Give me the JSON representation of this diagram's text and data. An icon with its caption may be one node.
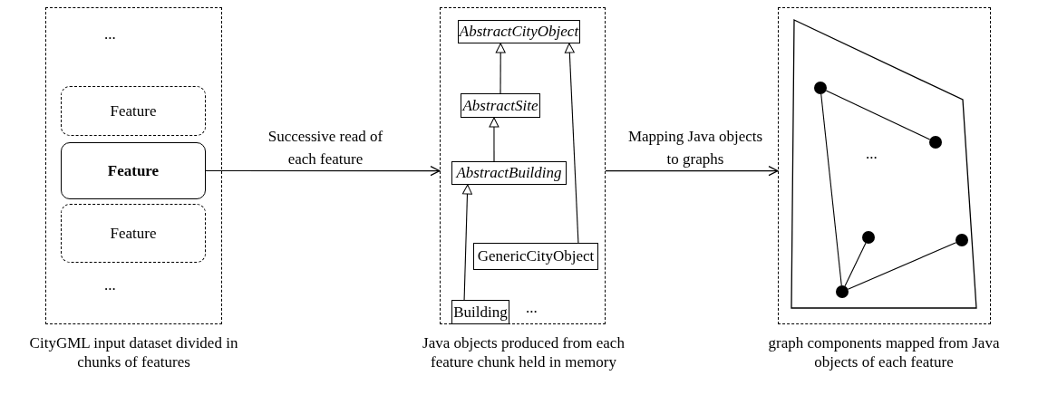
{
  "diagram": {
    "nodes": [
      {
        "text": [
          "CityGML input dataset divided in chunks of features"
        ]
      },
      {
        "text": [
          "Feature"
        ],
        "in": 0
      },
      {
        "text": [
          "Feature"
        ],
        "in": 0
      },
      {
        "text": [
          "Feature"
        ],
        "in": 0
      },
      {
        "text": [
          "Java objects produced from each feature chunk held in memory"
        ]
      },
      {
        "text": [
          "AbstractCityObject"
        ],
        "in": 4
      },
      {
        "text": [
          "AbstractSite"
        ],
        "in": 4
      },
      {
        "text": [
          "AbstractBuilding"
        ],
        "in": 4
      },
      {
        "text": [
          "GenericCityObject"
        ],
        "in": 4
      },
      {
        "text": [
          "Building"
        ],
        "in": 4
      },
      {
        "text": [
          "graph components mapped from Java objects of each feature"
        ]
      },
      {
        "text": [],
        "shape": "circle",
        "in": 10
      },
      {
        "text": [],
        "shape": "circle",
        "in": 10
      },
      {
        "text": [],
        "shape": "circle",
        "in": 10
      },
      {
        "text": [],
        "shape": "circle",
        "in": 10
      },
      {
        "text": [],
        "shape": "circle",
        "in": 10
      }
    ],
    "edges": [
      {
        "from": 6,
        "to": 5,
        "arrow": "to"
      },
      {
        "from": 7,
        "to": 6,
        "arrow": "to"
      },
      {
        "from": 9,
        "to": 7,
        "arrow": "to"
      },
      {
        "from": 8,
        "to": 5,
        "arrow": "to"
      },
      {
        "from": 2,
        "to": 4,
        "label": "Successive read of each feature",
        "arrow": "to"
      },
      {
        "from": 4,
        "to": 10,
        "label": "Mapping Java objects to graphs",
        "arrow": "to"
      },
      {
        "from": 11,
        "to": 12,
        "arrow": "none"
      },
      {
        "from": 11,
        "to": 15,
        "arrow": "none"
      },
      {
        "from": 15,
        "to": 13,
        "arrow": "none"
      },
      {
        "from": 15,
        "to": 14,
        "arrow": "none"
      }
    ],
    "labels": [
      "...",
      "...",
      "...",
      "..."
    ]
  }
}
